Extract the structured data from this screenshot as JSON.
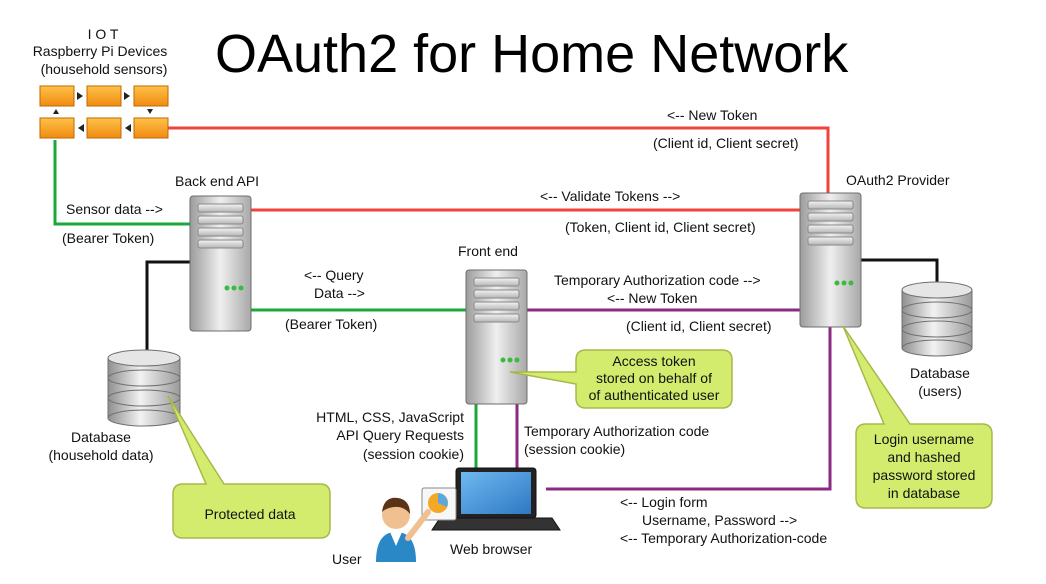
{
  "title": "OAuth2 for Home Network",
  "iot": {
    "line1": "I O T",
    "line2": "Raspberry Pi Devices",
    "line3": "(household sensors)"
  },
  "nodes": {
    "backend": "Back end API",
    "frontend": "Front end",
    "oauth": "OAuth2 Provider",
    "db_household_1": "Database",
    "db_household_2": "(household data)",
    "db_users_1": "Database",
    "db_users_2": "(users)",
    "browser": "Web browser",
    "user": "User"
  },
  "edges": {
    "new_token_top": "<-- New Token",
    "client_creds_top": "(Client id, Client secret)",
    "sensor_data": "Sensor data -->",
    "bearer_left": "(Bearer Token)",
    "validate_tokens": "<-- Validate Tokens -->",
    "token_creds": "(Token, Client id, Client secret)",
    "query": "<-- Query",
    "data": "Data -->",
    "bearer_mid": "(Bearer Token)",
    "temp_auth_code": "Temporary Authorization code -->",
    "new_token_mid": "<-- New Token",
    "client_creds_mid": "(Client id, Client secret)",
    "browser_left_1": "HTML, CSS, JavaScript",
    "browser_left_2": "API Query Requests",
    "browser_left_3": "(session cookie)",
    "browser_right_1": "Temporary Authorization code",
    "browser_right_2": "(session cookie)",
    "login_1": "<-- Login form",
    "login_2": "Username, Password -->",
    "login_3": "<-- Temporary Authorization-code"
  },
  "callouts": {
    "access_1": "Access token",
    "access_2": "stored on behalf of",
    "access_3": "of authenticated user",
    "protected": "Protected data",
    "login_1": "Login username",
    "login_2": "and hashed",
    "login_3": "password stored",
    "login_4": "in database"
  },
  "colors": {
    "red": "#f0433a",
    "green": "#1aa83b",
    "purple": "#8a2a82",
    "black": "#111111",
    "callout_fill": "#d4ec6e",
    "callout_stroke": "#a7b84a",
    "iot_orange": "#f7a51c"
  }
}
